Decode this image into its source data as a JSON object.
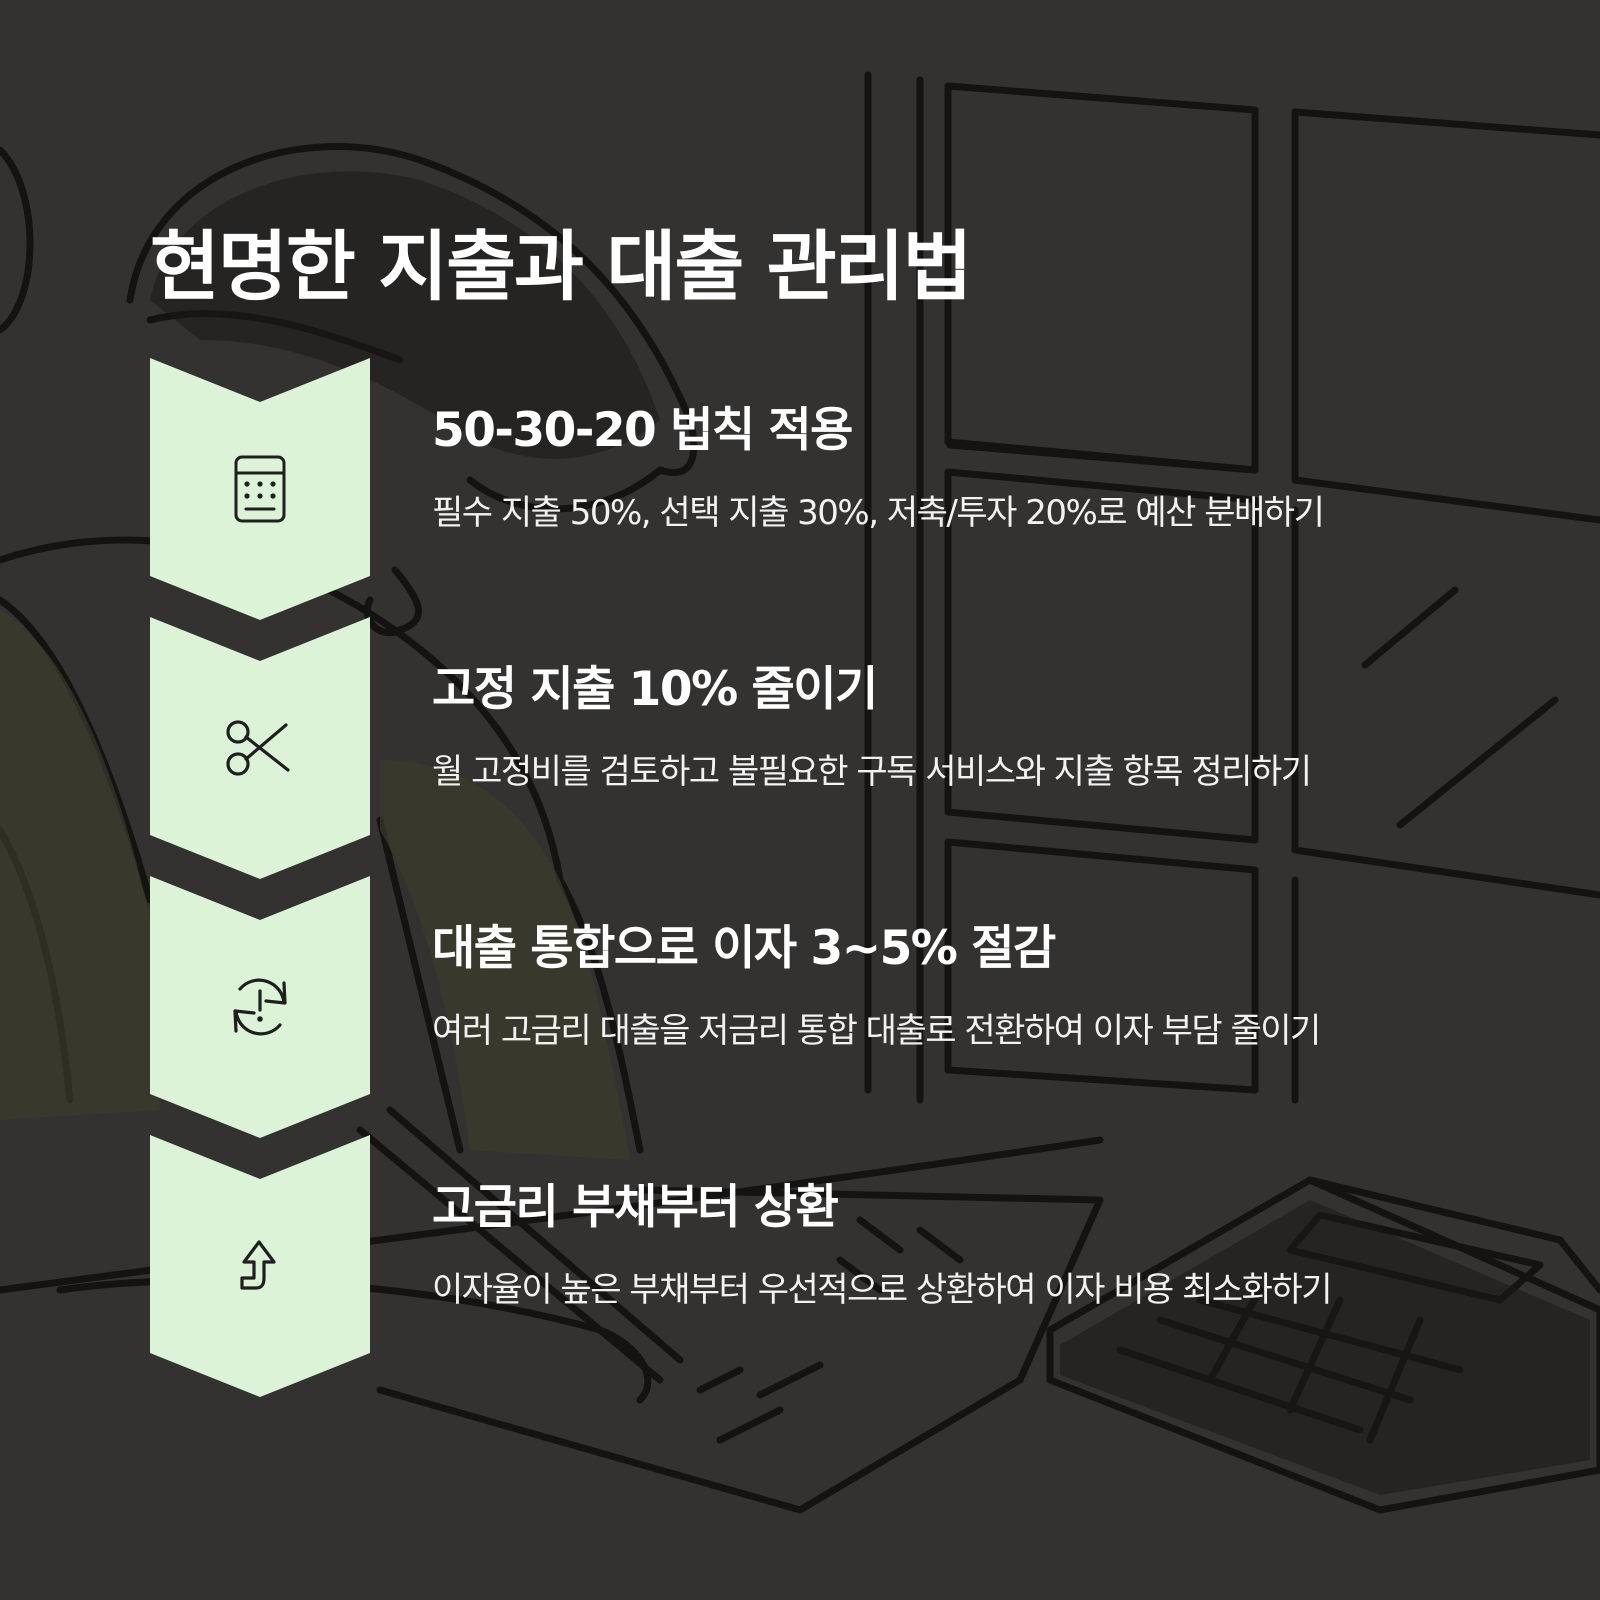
{
  "title": "현명한 지출과 대출 관리법",
  "colors": {
    "background": "#333231",
    "chevron": "#dcf3d8",
    "icon_stroke": "#1f1f1f",
    "text": "#ffffff"
  },
  "steps": [
    {
      "icon": "calculator-icon",
      "title": "50-30-20 법칙 적용",
      "description": "필수 지출 50%, 선택 지출 30%, 저축/투자 20%로 예산 분배하기"
    },
    {
      "icon": "scissors-icon",
      "title": "고정 지출 10% 줄이기",
      "description": "월 고정비를 검토하고 불필요한 구독 서비스와 지출 항목 정리하기"
    },
    {
      "icon": "refresh-alert-icon",
      "title": "대출 통합으로 이자 3~5% 절감",
      "description": "여러 고금리 대출을 저금리 통합 대출로 전환하여 이자 부담 줄이기"
    },
    {
      "icon": "arrow-up-turn-icon",
      "title": "고금리 부채부터 상환",
      "description": "이자율이 높은 부채부터 우선적으로 상환하여 이자 비용 최소화하기"
    }
  ]
}
